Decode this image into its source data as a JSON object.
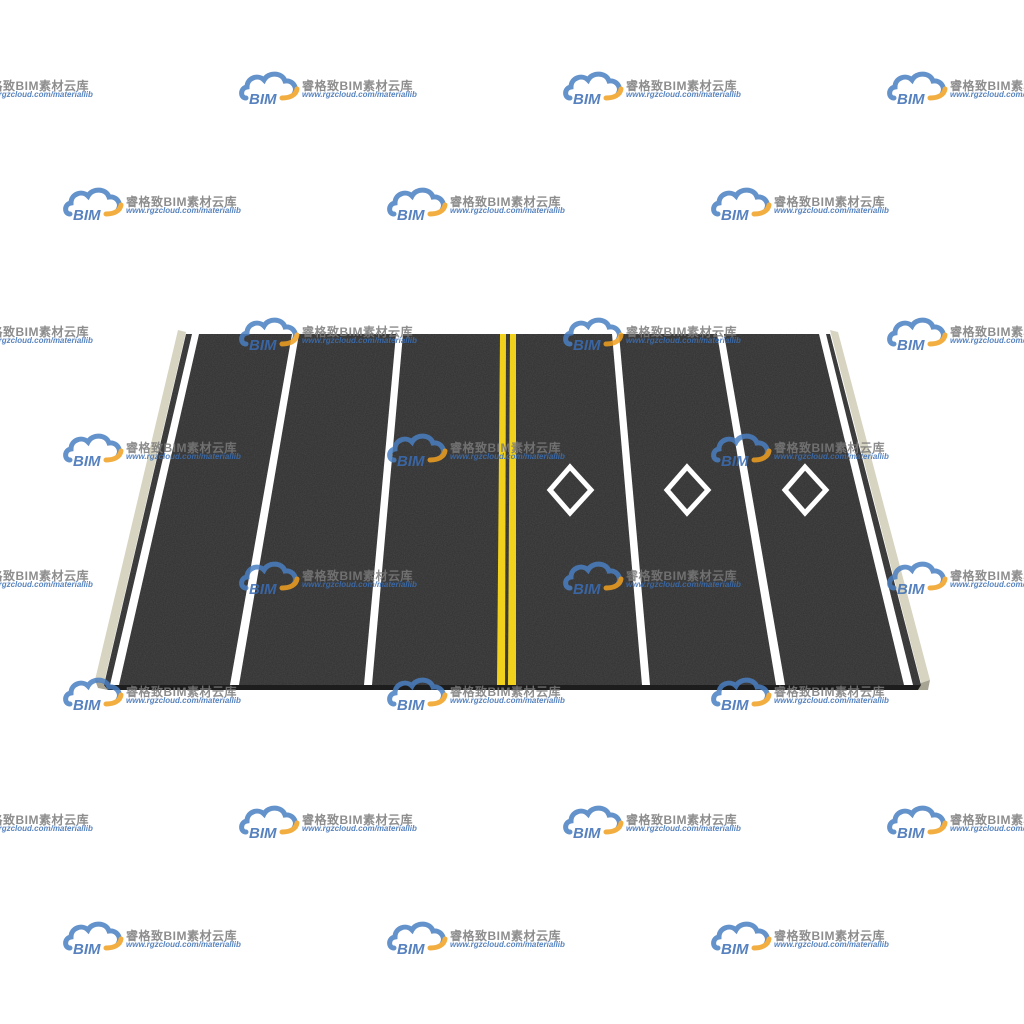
{
  "watermark": {
    "logo_text": "BIM",
    "title": "睿格致BIM素材云库",
    "url": "www.rgzcloud.com/materiallib",
    "colors": {
      "cloud_blue": "#4a7fc1",
      "cloud_orange": "#f0a020",
      "text_gray": "#7a7a7a"
    }
  },
  "road": {
    "colors": {
      "asphalt": "#2f2f2f",
      "lane_line": "#ffffff",
      "center_line": "#f2d11c",
      "curb": "#d8d4c2",
      "diamond": "#ffffff"
    },
    "icons": [
      "diamond-lane-marking",
      "diamond-lane-marking",
      "diamond-lane-marking"
    ]
  }
}
